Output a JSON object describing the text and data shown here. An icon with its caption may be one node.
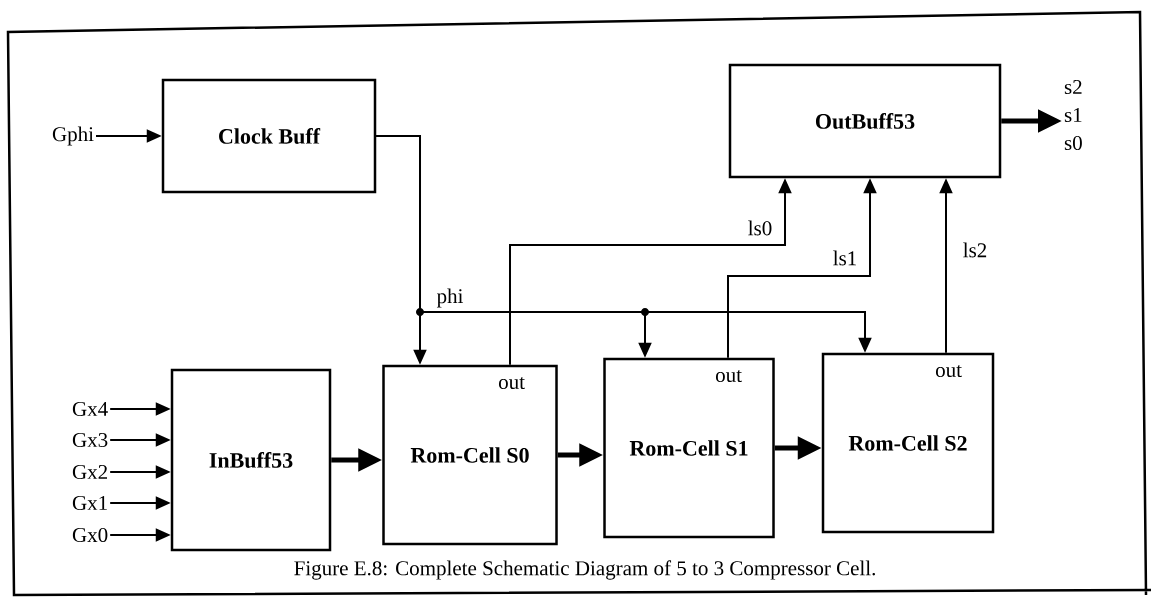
{
  "diagram": {
    "caption": "Figure E.8: Complete Schematic Diagram of 5 to 3 Compressor Cell.",
    "nodes": [
      {
        "text": [
          "Gphi"
        ]
      },
      {
        "text": [
          "Clock Buff"
        ]
      },
      {
        "text": [
          "OutBuff53"
        ]
      },
      {
        "text": [
          "s2",
          "s1",
          "s0"
        ]
      },
      {
        "text": [
          "Gx4"
        ]
      },
      {
        "text": [
          "Gx3"
        ]
      },
      {
        "text": [
          "Gx2"
        ]
      },
      {
        "text": [
          "Gx1"
        ]
      },
      {
        "text": [
          "Gx0"
        ]
      },
      {
        "text": [
          "InBuff53"
        ]
      },
      {
        "text": [
          "out",
          "Rom-Cell S0"
        ]
      },
      {
        "text": [
          "out",
          "Rom-Cell S1"
        ]
      },
      {
        "text": [
          "out",
          "Rom-Cell S2"
        ]
      }
    ],
    "edges": [
      {
        "from": 0,
        "to": 1,
        "arrow": "to"
      },
      {
        "from": 1,
        "to": 10,
        "arrow": "to",
        "label": "phi"
      },
      {
        "from": 1,
        "to": 11,
        "arrow": "to"
      },
      {
        "from": 1,
        "to": 12,
        "arrow": "to"
      },
      {
        "from": 10,
        "to": 2,
        "arrow": "to",
        "label": "ls0"
      },
      {
        "from": 11,
        "to": 2,
        "arrow": "to",
        "label": "ls1"
      },
      {
        "from": 12,
        "to": 2,
        "arrow": "to",
        "label": "ls2"
      },
      {
        "from": 2,
        "to": 3,
        "arrow": "to",
        "style": "thick"
      },
      {
        "from": 4,
        "to": 9,
        "arrow": "to"
      },
      {
        "from": 5,
        "to": 9,
        "arrow": "to"
      },
      {
        "from": 6,
        "to": 9,
        "arrow": "to"
      },
      {
        "from": 7,
        "to": 9,
        "arrow": "to"
      },
      {
        "from": 8,
        "to": 9,
        "arrow": "to"
      },
      {
        "from": 9,
        "to": 10,
        "arrow": "to",
        "style": "thick"
      },
      {
        "from": 10,
        "to": 11,
        "arrow": "to",
        "style": "thick"
      },
      {
        "from": 11,
        "to": 12,
        "arrow": "to",
        "style": "thick"
      }
    ]
  }
}
